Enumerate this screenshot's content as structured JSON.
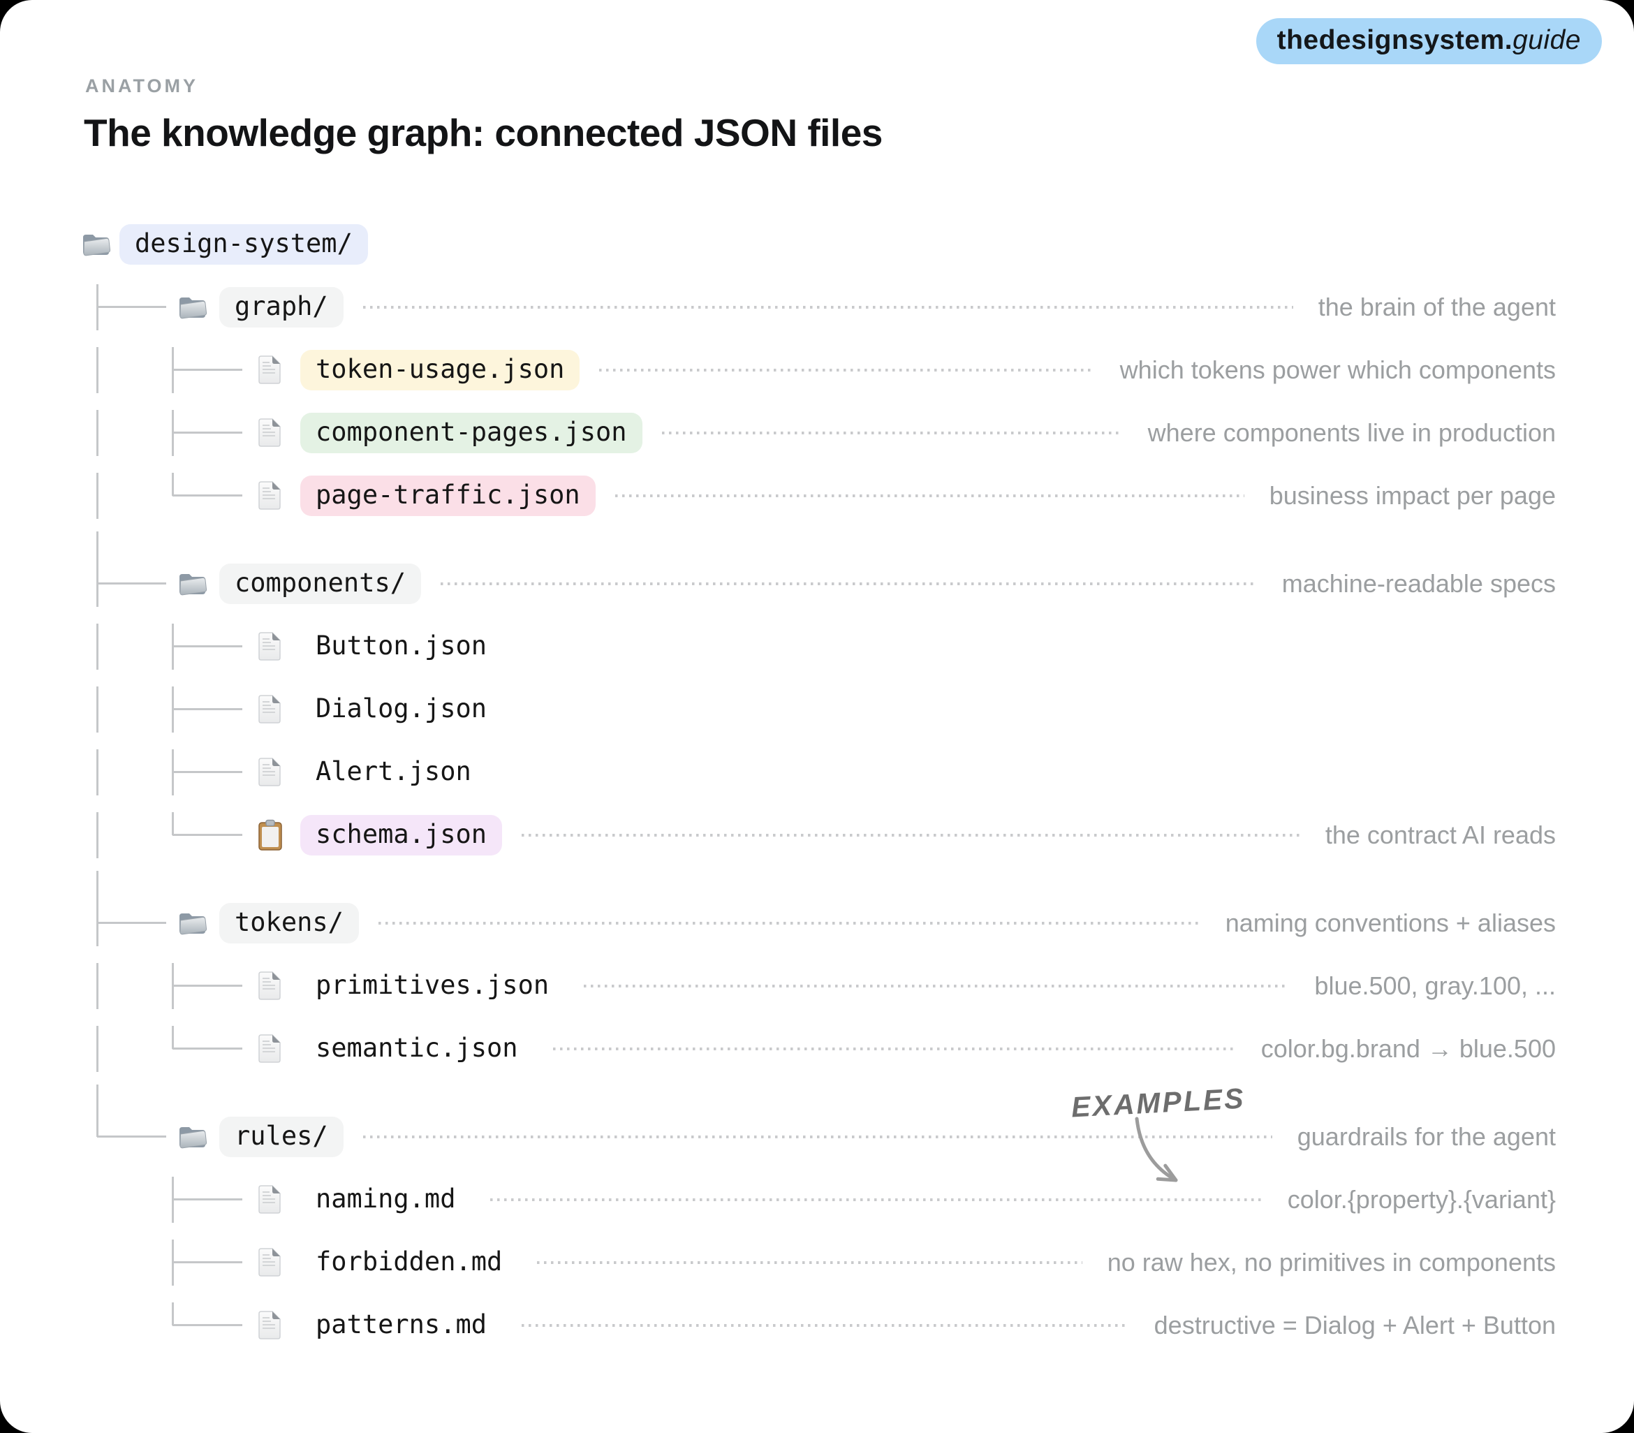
{
  "badge": {
    "brand": "thedesignsystem.",
    "suffix": "guide"
  },
  "header": {
    "eyebrow": "ANATOMY",
    "title": "The knowledge graph: connected JSON files"
  },
  "examples_label": "EXAMPLES",
  "icons": {
    "folder": "folder-icon",
    "file": "file-icon",
    "clipboard": "clipboard-icon",
    "arrow": "curved-arrow-icon"
  },
  "colors": {
    "badge_bg": "#a9d7f8",
    "root_pill": "#e8edfb",
    "folder_pill": "#f3f4f4",
    "yellow_pill": "#fdf5dc",
    "green_pill": "#e4f2e4",
    "pink_pill": "#fbdfe7",
    "purple_pill": "#f5e6f9",
    "annotation_text": "#9b9ea0",
    "tree_line": "#c5c7c9"
  },
  "tree": {
    "rows": [
      {
        "label": "design-system/",
        "note": ""
      },
      {
        "label": "graph/",
        "note": "the brain of the agent"
      },
      {
        "label": "token-usage.json",
        "note": "which tokens power which components"
      },
      {
        "label": "component-pages.json",
        "note": "where components live in production"
      },
      {
        "label": "page-traffic.json",
        "note": "business impact per page"
      },
      {
        "label": "components/",
        "note": "machine-readable specs"
      },
      {
        "label": "Button.json",
        "note": ""
      },
      {
        "label": "Dialog.json",
        "note": ""
      },
      {
        "label": "Alert.json",
        "note": ""
      },
      {
        "label": "schema.json",
        "note": "the contract AI reads"
      },
      {
        "label": "tokens/",
        "note": "naming conventions + aliases"
      },
      {
        "label": "primitives.json",
        "note": "blue.500, gray.100, ..."
      },
      {
        "label": "semantic.json",
        "note": "color.bg.brand → blue.500"
      },
      {
        "label": "rules/",
        "note": "guardrails for the agent"
      },
      {
        "label": "naming.md",
        "note": "color.{property}.{variant}"
      },
      {
        "label": "forbidden.md",
        "note": "no raw hex, no primitives in components"
      },
      {
        "label": "patterns.md",
        "note": "destructive = Dialog + Alert + Button"
      }
    ]
  }
}
